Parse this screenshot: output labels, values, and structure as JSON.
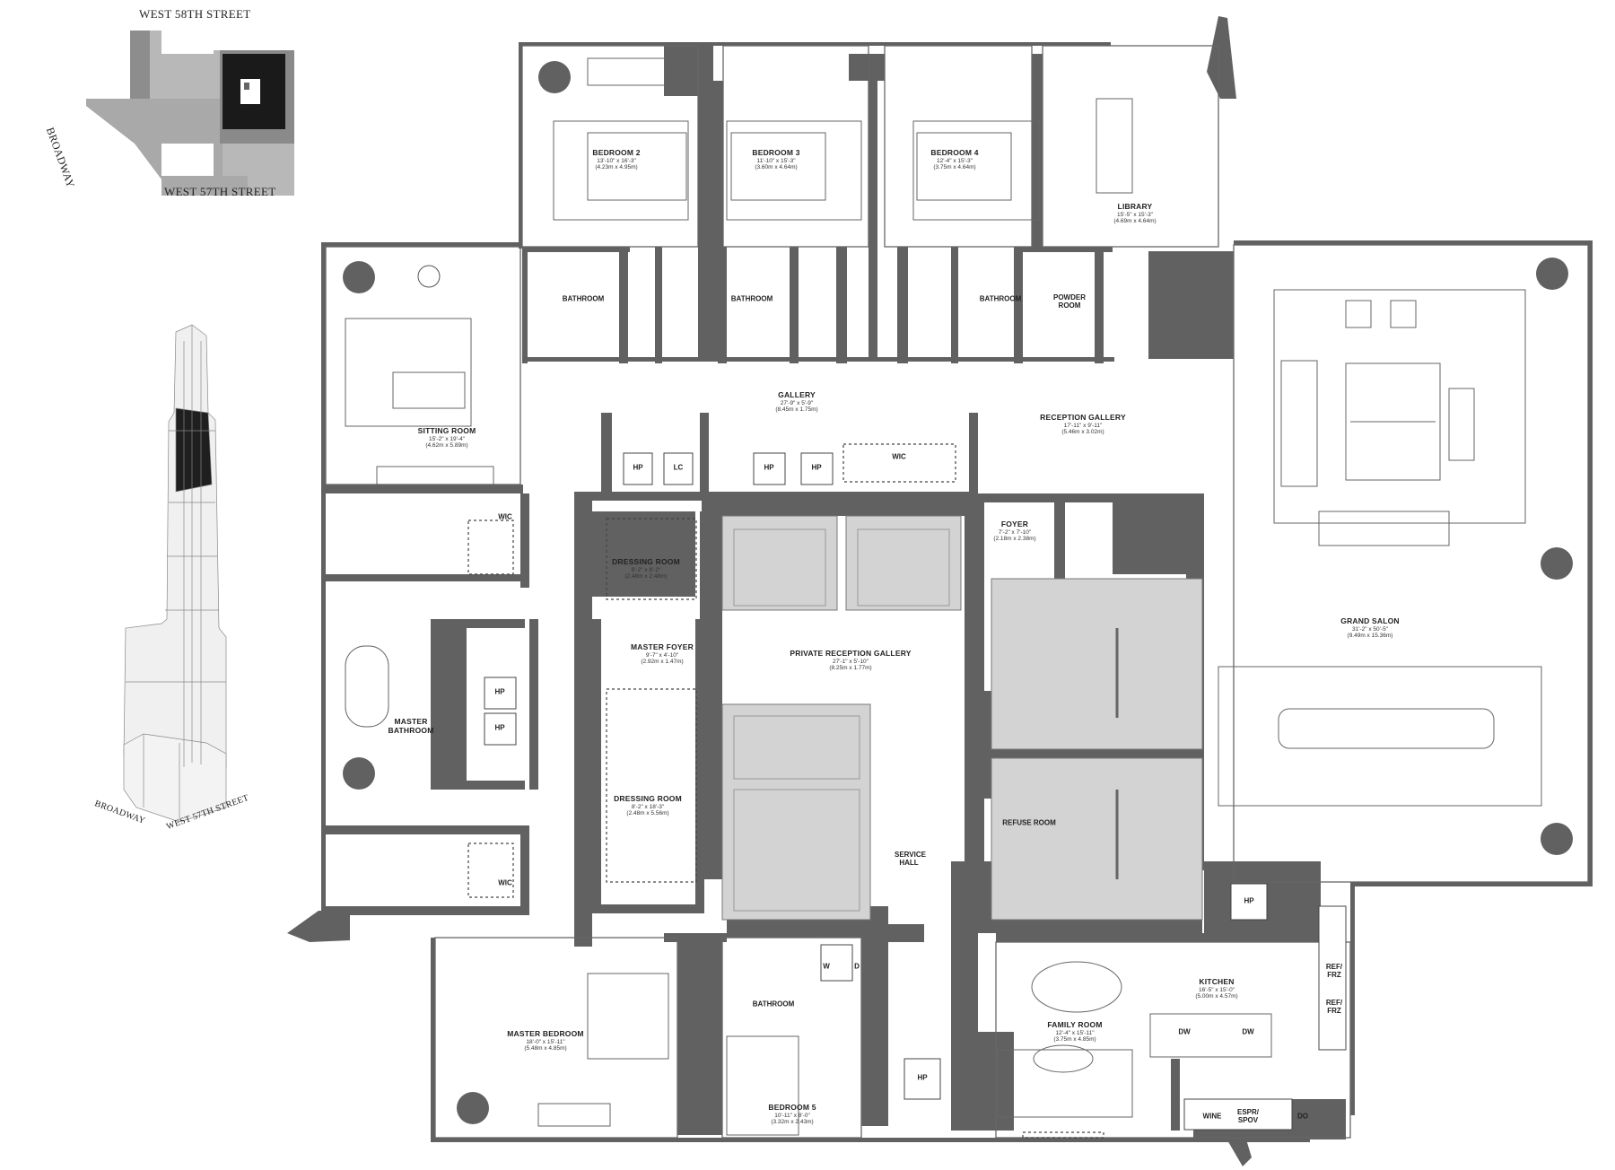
{
  "key_plan": {
    "north_street": "WEST 58TH STREET",
    "south_street": "WEST 57TH STREET",
    "west_street": "BROADWAY"
  },
  "tower_view": {
    "street_left": "BROADWAY",
    "street_right": "WEST 57TH STREET"
  },
  "rooms": {
    "bedroom2": {
      "name": "BEDROOM 2",
      "dims": "13'-10\" x 16'-3\"",
      "metric": "(4.23m x 4.95m)"
    },
    "bedroom3": {
      "name": "BEDROOM 3",
      "dims": "11'-10\" x 15'-3\"",
      "metric": "(3.60m x 4.64m)"
    },
    "bedroom4": {
      "name": "BEDROOM 4",
      "dims": "12'-4\" x 15'-3\"",
      "metric": "(3.75m x 4.64m)"
    },
    "library": {
      "name": "LIBRARY",
      "dims": "15'-5\" x 15'-3\"",
      "metric": "(4.69m x 4.64m)"
    },
    "bathroom_a": {
      "name": "BATHROOM"
    },
    "bathroom_b": {
      "name": "BATHROOM"
    },
    "bathroom_c": {
      "name": "BATHROOM"
    },
    "bathroom_d": {
      "name": "BATHROOM"
    },
    "powder_room": {
      "name": "POWDER ROOM"
    },
    "gallery": {
      "name": "GALLERY",
      "dims": "27'-9\" x 5'-9\"",
      "metric": "(8.45m x 1.75m)"
    },
    "reception_gallery": {
      "name": "RECEPTION GALLERY",
      "dims": "17'-11\" x 9'-11\"",
      "metric": "(5.46m x 3.02m)"
    },
    "sitting_room": {
      "name": "SITTING ROOM",
      "dims": "15'-2\" x 19'-4\"",
      "metric": "(4.62m x 5.89m)"
    },
    "foyer": {
      "name": "FOYER",
      "dims": "7'-2\" x 7'-10\"",
      "metric": "(2.18m x 2.38m)"
    },
    "dressing_room_1": {
      "name": "DRESSING ROOM",
      "dims": "8'-2\" x 8'-2\"",
      "metric": "(2.48m x 2.48m)"
    },
    "dressing_room_2": {
      "name": "DRESSING ROOM",
      "dims": "8'-2\" x 18'-3\"",
      "metric": "(2.48m x 5.56m)"
    },
    "master_foyer": {
      "name": "MASTER FOYER",
      "dims": "9'-7\" x 4'-10\"",
      "metric": "(2.92m x 1.47m)"
    },
    "private_reception_gallery": {
      "name": "PRIVATE RECEPTION GALLERY",
      "dims": "27'-1\" x 5'-10\"",
      "metric": "(8.25m x 1.77m)"
    },
    "master_bathroom": {
      "name": "MASTER BATHROOM"
    },
    "grand_salon": {
      "name": "GRAND SALON",
      "dims": "31'-2\" x 50'-5\"",
      "metric": "(9.49m x 15.36m)"
    },
    "refuse_room": {
      "name": "REFUSE ROOM"
    },
    "service_hall": {
      "name": "SERVICE HALL"
    },
    "master_bedroom": {
      "name": "MASTER BEDROOM",
      "dims": "18'-0\" x 15'-11\"",
      "metric": "(5.48m x 4.85m)"
    },
    "bedroom5": {
      "name": "BEDROOM 5",
      "dims": "10'-11\" x 8'-0\"",
      "metric": "(3.32m x 2.43m)"
    },
    "family_room": {
      "name": "FAMILY ROOM",
      "dims": "12'-4\" x 15'-11\"",
      "metric": "(3.75m x 4.85m)"
    },
    "kitchen": {
      "name": "KITCHEN",
      "dims": "16'-5\" x 15'-0\"",
      "metric": "(5.00m x 4.57m)"
    }
  },
  "tags": {
    "hp": "HP",
    "lc": "LC",
    "wic": "WIC",
    "w": "W",
    "d": "D",
    "dw": "DW",
    "wine": "WINE",
    "espr": "ESPR/ SPOV",
    "do": "DO",
    "ref": "REF/ FRZ"
  },
  "colors": {
    "wall": "#616161",
    "core": "#d3d3d3",
    "line": "#555555",
    "keyplan_dark": "#1a1a1a"
  }
}
